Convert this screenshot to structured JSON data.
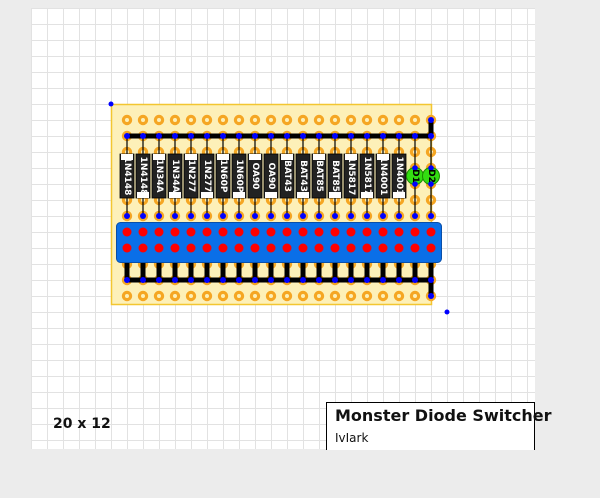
{
  "board": {
    "columns": 20,
    "rows": 12,
    "size_label": "20 x 12",
    "colors": {
      "board_fill": "#fdf0b8",
      "board_border": "#f3c630",
      "pad": "#f5a623",
      "trace": "#000000",
      "node": "#0000ff",
      "connector": "#0a6fe8",
      "connector_pin": "#ff0000",
      "diode_body": "#222222",
      "diode_band": "#ffffff",
      "led": "#33dd11"
    }
  },
  "diodes": [
    {
      "label": "1N4148",
      "band": "top"
    },
    {
      "label": "1N4148",
      "band": "bottom"
    },
    {
      "label": "1N34A",
      "band": "top"
    },
    {
      "label": "1N34A",
      "band": "bottom"
    },
    {
      "label": "1N277",
      "band": "top"
    },
    {
      "label": "1N277",
      "band": "bottom"
    },
    {
      "label": "1N60P",
      "band": "top"
    },
    {
      "label": "1N60P",
      "band": "bottom"
    },
    {
      "label": "OA90",
      "band": "top"
    },
    {
      "label": "OA90",
      "band": "bottom"
    },
    {
      "label": "BAT43",
      "band": "top"
    },
    {
      "label": "BAT43",
      "band": "bottom"
    },
    {
      "label": "BAT85",
      "band": "top"
    },
    {
      "label": "BAT85",
      "band": "bottom"
    },
    {
      "label": "1N5817",
      "band": "top"
    },
    {
      "label": "1N5817",
      "band": "bottom"
    },
    {
      "label": "1N4001",
      "band": "top"
    },
    {
      "label": "1N4001",
      "band": "bottom"
    }
  ],
  "leds": [
    {
      "label": "D1"
    },
    {
      "label": "D2"
    }
  ],
  "connector": {
    "pins_per_row": 20,
    "rows": 2
  },
  "title_block": {
    "title": "Monster Diode Switcher",
    "author": "IvIark"
  }
}
